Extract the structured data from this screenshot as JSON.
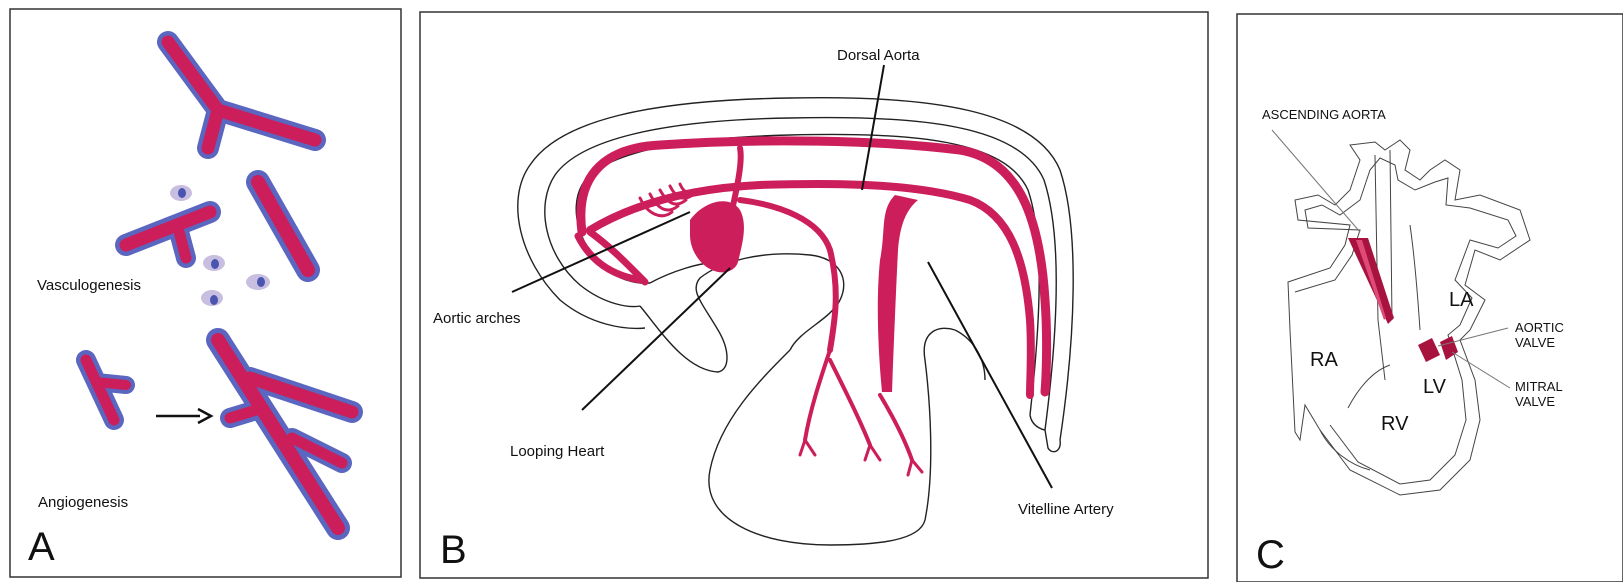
{
  "panels": {
    "a": {
      "letter": "A",
      "vasculogenesis_label": "Vasculogenesis",
      "angiogenesis_label": "Angiogenesis"
    },
    "b": {
      "letter": "B",
      "dorsal_aorta_label": "Dorsal Aorta",
      "aortic_arches_label": "Aortic arches",
      "looping_heart_label": "Looping Heart",
      "vitelline_artery_label": "Vitelline Artery"
    },
    "c": {
      "letter": "C",
      "ascending_aorta_label": "ASCENDING AORTA",
      "la_label": "LA",
      "ra_label": "RA",
      "lv_label": "LV",
      "rv_label": "RV",
      "aortic_valve_line1": "AORTIC",
      "aortic_valve_line2": "VALVE",
      "mitral_valve_line1": "MITRAL",
      "mitral_valve_line2": "VALVE"
    }
  },
  "colors": {
    "vessel_lumen": "#cc1e5a",
    "endothelium": "#5a66c0",
    "precursor_cell": "#c8bfe0",
    "outline": "#222222"
  }
}
